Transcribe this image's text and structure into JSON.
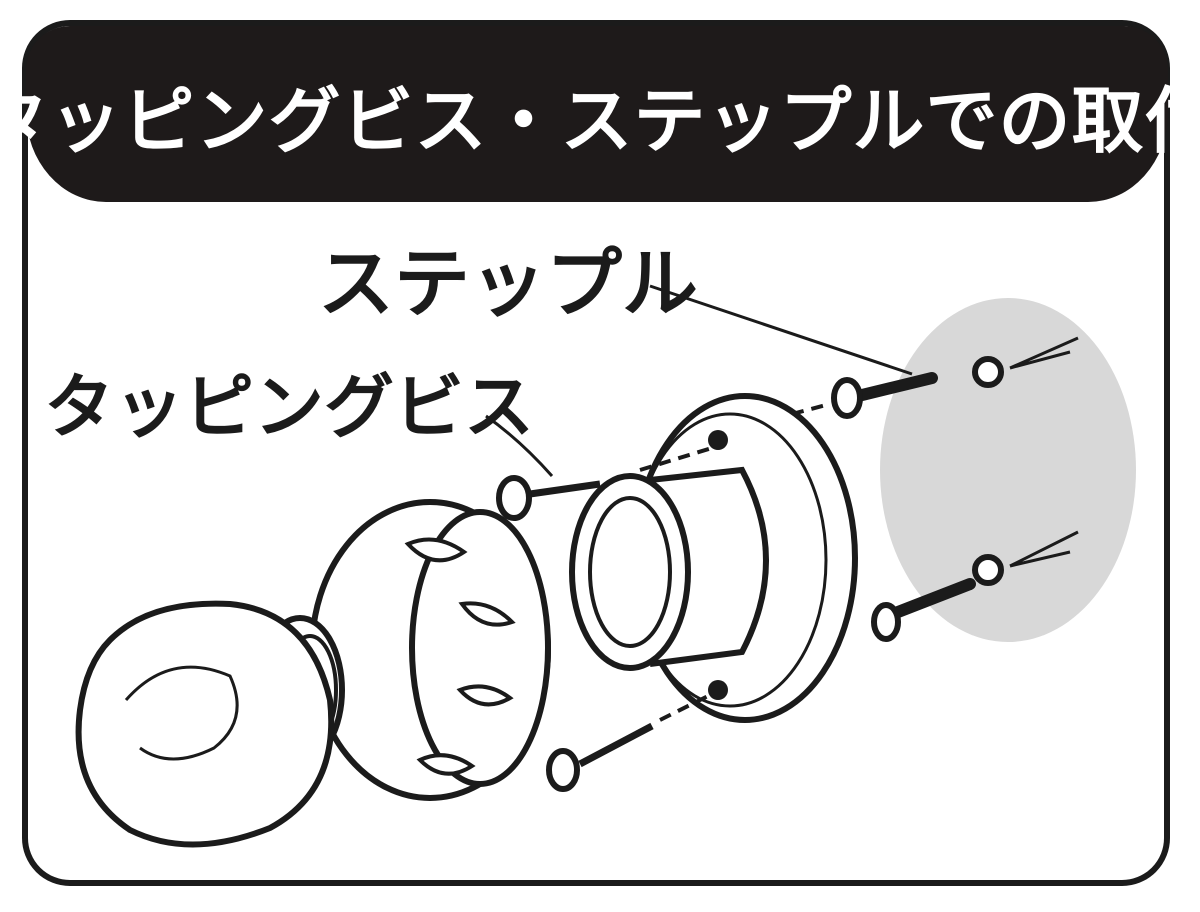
{
  "title": "タッピングビス・ステップルでの取付",
  "labels": {
    "staple": "ステップル",
    "tapping_screw": "タッピングビス"
  },
  "colors": {
    "banner": "#1e1a1a",
    "outline": "#1b1b1b",
    "wall_patch": "#d6d6d6"
  }
}
